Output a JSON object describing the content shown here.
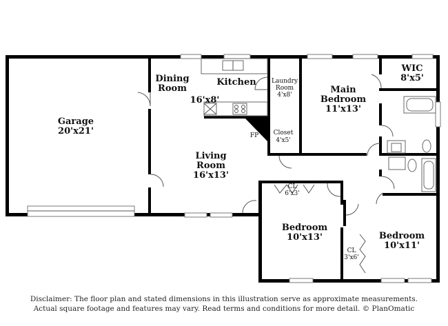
{
  "rooms": {
    "garage": {
      "name": "Garage",
      "dims": "20'x21'"
    },
    "dining": {
      "name_line1": "Dining",
      "name_line2": "Room"
    },
    "kitchen": {
      "name": "Kitchen",
      "dims": "16'x8'"
    },
    "laundry": {
      "name_line1": "Laundry",
      "name_line2": "Room",
      "dims": "4'x8'"
    },
    "main_bedroom": {
      "name_line1": "Main",
      "name_line2": "Bedroom",
      "dims": "11'x13'"
    },
    "wic": {
      "name": "WIC",
      "dims": "8'x5'"
    },
    "closet": {
      "name": "Closet",
      "dims": "4'x5'"
    },
    "fireplace": {
      "name": "FP"
    },
    "living": {
      "name_line1": "Living",
      "name_line2": "Room",
      "dims": "16'x13'"
    },
    "bedroom_left": {
      "name": "Bedroom",
      "dims": "10'x13'"
    },
    "cl_left": {
      "name": "CL",
      "dims": "6'x3'"
    },
    "bedroom_right": {
      "name": "Bedroom",
      "dims": "10'x11'"
    },
    "cl_right": {
      "name": "CL",
      "dims": "3'x6'"
    }
  },
  "disclaimer": {
    "line1": "Disclaimer: The floor plan and stated dimensions in this illustration serve as approximate measurements.",
    "line2": "Actual square footage and features may vary. Read terms and conditions for more detail. © PlanOmatic"
  }
}
